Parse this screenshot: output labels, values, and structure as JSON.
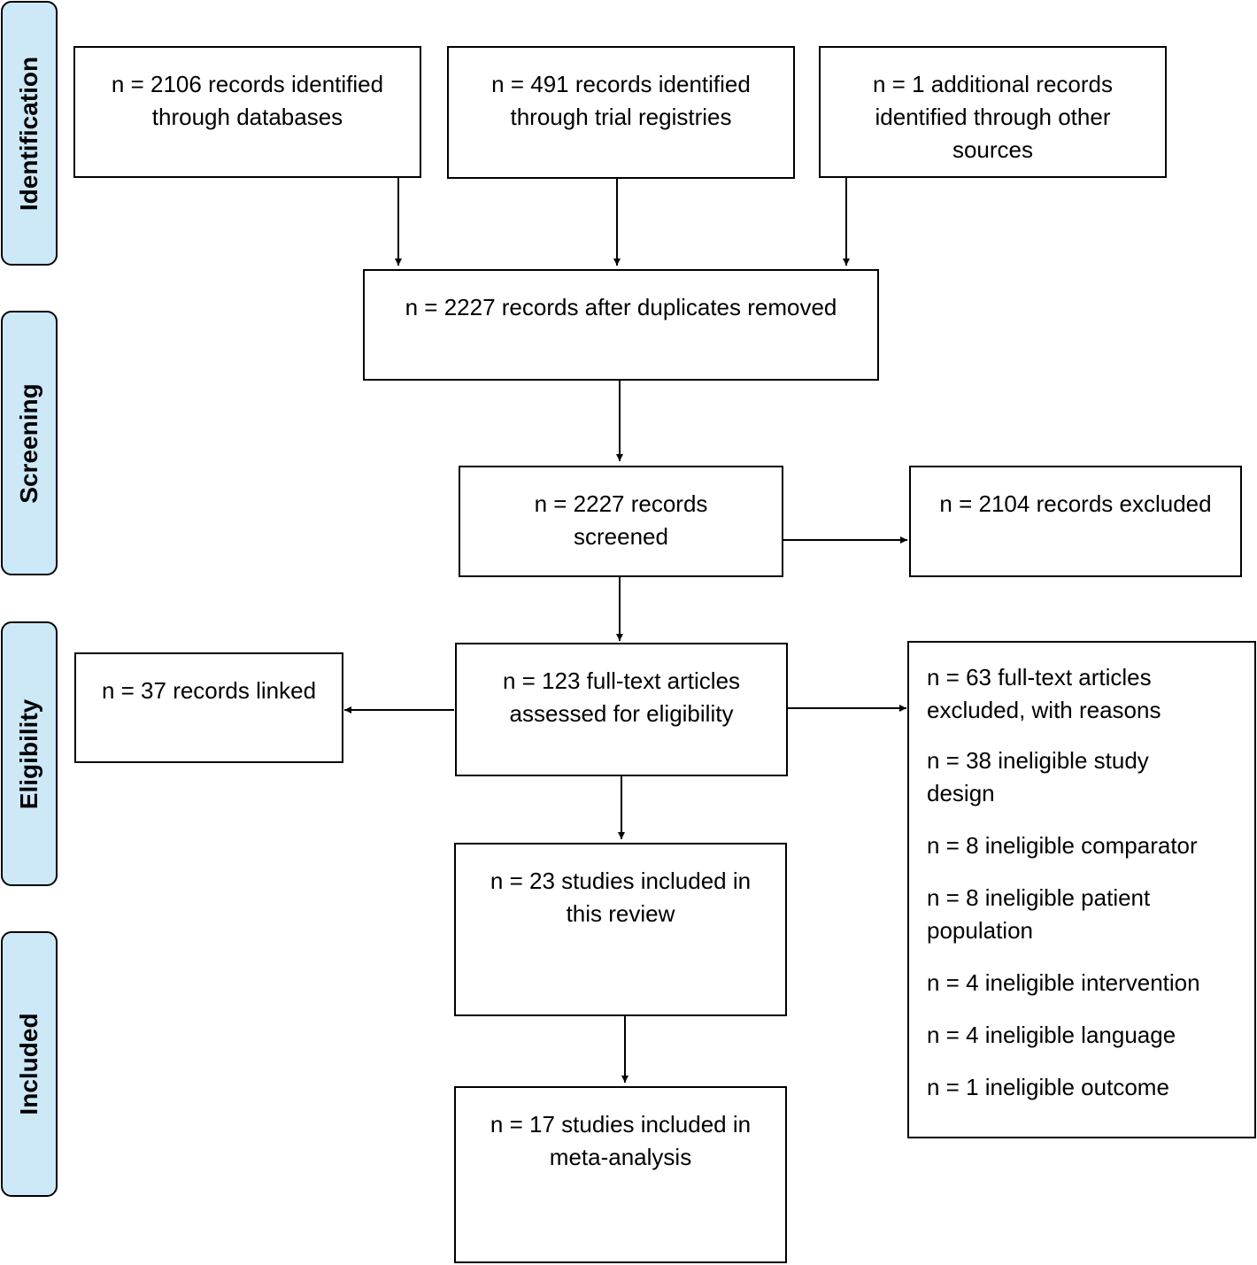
{
  "stages": {
    "identification": "Identification",
    "screening": "Screening",
    "eligibility": "Eligibility",
    "included": "Included"
  },
  "boxes": {
    "databases": "n = 2106 records identified through databases",
    "registries": "n = 491 records identified through trial registries",
    "other_sources": "n = 1 additional records identified through other sources",
    "after_duplicates": "n = 2227 records after duplicates removed",
    "screened": "n = 2227 records screened",
    "excluded": "n = 2104 records excluded",
    "full_text": "n = 123 full-text articles assessed for eligibility",
    "linked": "n = 37 records linked",
    "review": "n = 23 studies included in this review",
    "meta": "n = 17 studies included in meta-analysis"
  },
  "exclusions": {
    "title": "n = 63 full-text articles excluded, with reasons",
    "reasons": [
      "n = 38 ineligible study design",
      "n = 8 ineligible comparator",
      "n = 8 ineligible patient population",
      "n = 4 ineligible intervention",
      "n = 4 ineligible language",
      "n = 1 ineligible outcome"
    ]
  }
}
